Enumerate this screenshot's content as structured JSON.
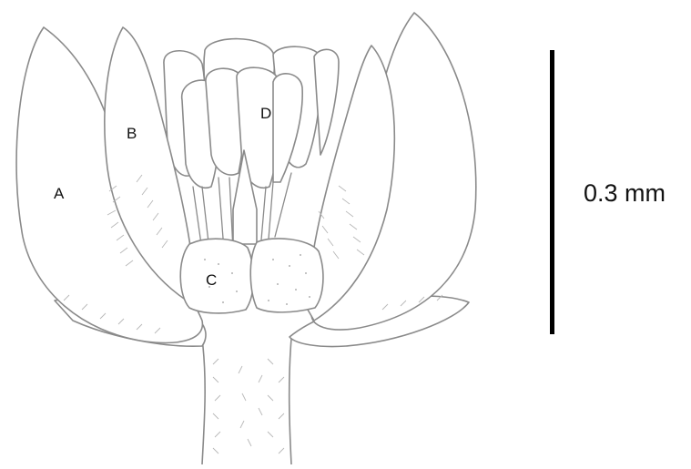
{
  "figure": {
    "part_labels": {
      "a": "A",
      "b": "B",
      "c": "C",
      "d": "D"
    },
    "scale_bar": {
      "label": "0.3 mm"
    },
    "colors": {
      "outline": "#8a8a8a",
      "hatching": "#b8b8b8",
      "stipple": "#9a9a9a",
      "background": "#ffffff",
      "scale_bar": "#000000"
    }
  }
}
